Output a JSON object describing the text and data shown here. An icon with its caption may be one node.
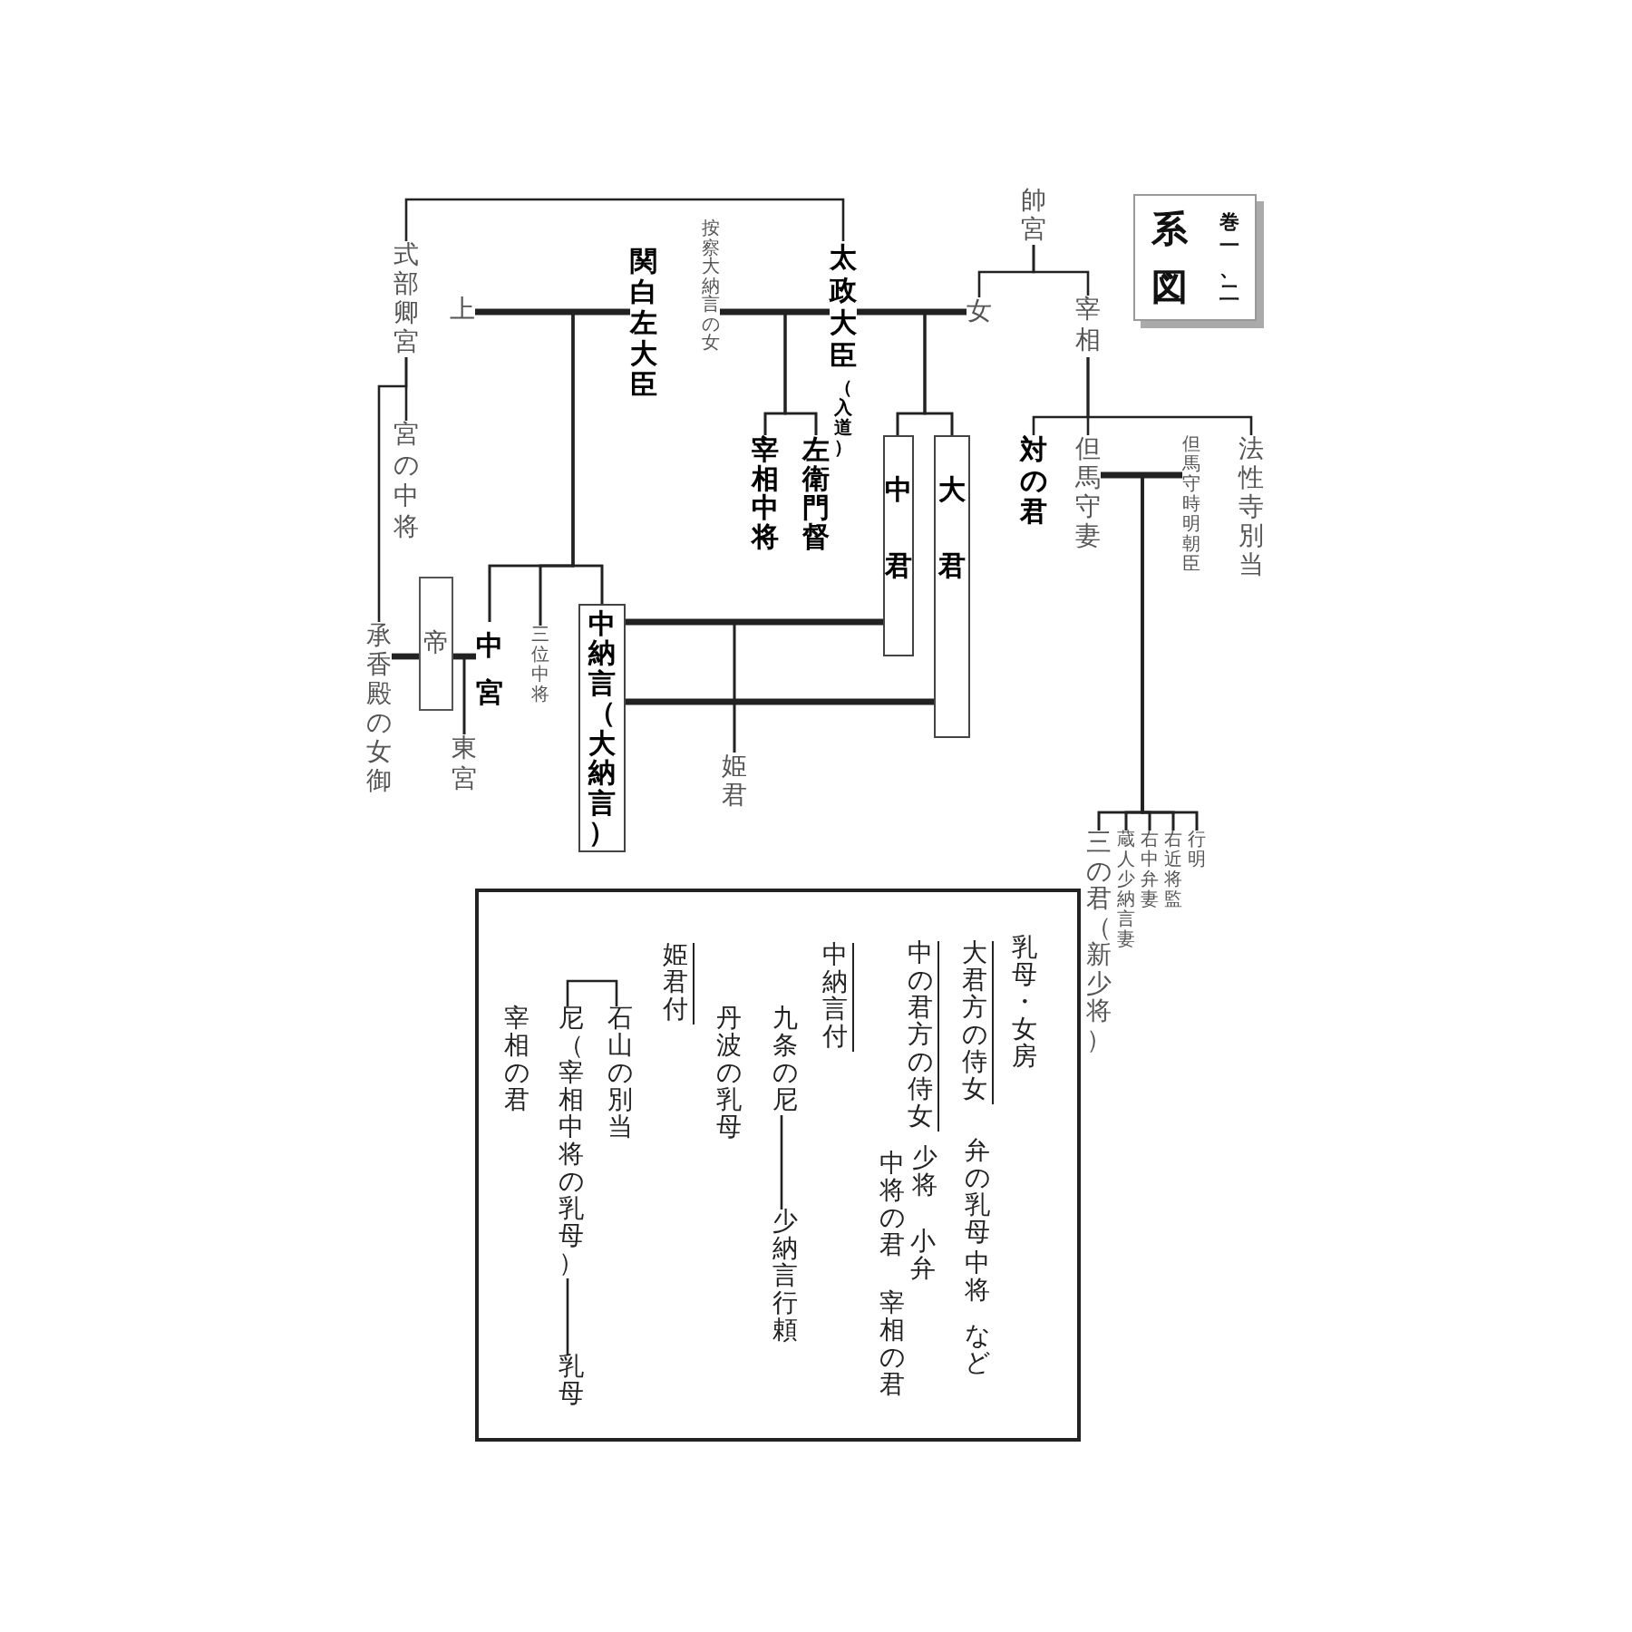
{
  "diagram": {
    "nodes": [
      {
        "text": [
          "系図",
          "巻一、二"
        ]
      },
      {
        "text": [
          "帥宮"
        ]
      },
      {
        "text": [
          "女"
        ]
      },
      {
        "text": [
          "宰相"
        ]
      },
      {
        "text": [
          "太政大臣",
          "（入道）"
        ]
      },
      {
        "text": [
          "按察大納言の女"
        ]
      },
      {
        "text": [
          "関白左大臣"
        ]
      },
      {
        "text": [
          "上"
        ]
      },
      {
        "text": [
          "式部卿宮"
        ]
      },
      {
        "text": [
          "宮の中将"
        ]
      },
      {
        "text": [
          "承香殿の女御"
        ]
      },
      {
        "text": [
          "帝"
        ]
      },
      {
        "text": [
          "中宮"
        ]
      },
      {
        "text": [
          "東宮"
        ]
      },
      {
        "text": [
          "三位中将"
        ]
      },
      {
        "text": [
          "中納言（大納言）"
        ]
      },
      {
        "text": [
          "姫君"
        ]
      },
      {
        "text": [
          "中君"
        ]
      },
      {
        "text": [
          "大君"
        ]
      },
      {
        "text": [
          "左衛門督"
        ]
      },
      {
        "text": [
          "宰相中将"
        ]
      },
      {
        "text": [
          "対の君"
        ]
      },
      {
        "text": [
          "但馬守妻"
        ]
      },
      {
        "text": [
          "但馬守時明朝臣"
        ]
      },
      {
        "text": [
          "法性寺別当"
        ]
      },
      {
        "text": [
          "行明"
        ]
      },
      {
        "text": [
          "右近将監"
        ]
      },
      {
        "text": [
          "右中弁妻"
        ]
      },
      {
        "text": [
          "蔵人少納言妻"
        ]
      },
      {
        "text": [
          "三の君（新少将）"
        ]
      },
      {
        "text": [
          "乳母・女房"
        ]
      },
      {
        "text": [
          "大君方の侍女"
        ],
        "in": 30
      },
      {
        "text": [
          "弁の乳母"
        ],
        "in": 30
      },
      {
        "text": [
          "中将"
        ],
        "in": 30
      },
      {
        "text": [
          "など"
        ],
        "in": 30
      },
      {
        "text": [
          "中の君方の侍女"
        ],
        "in": 30
      },
      {
        "text": [
          "少将"
        ],
        "in": 30
      },
      {
        "text": [
          "小弁"
        ],
        "in": 30
      },
      {
        "text": [
          "中将の君"
        ],
        "in": 30
      },
      {
        "text": [
          "宰相の君"
        ],
        "in": 30
      },
      {
        "text": [
          "中納言付"
        ],
        "in": 30
      },
      {
        "text": [
          "九条の尼"
        ],
        "in": 30
      },
      {
        "text": [
          "少納言行頼"
        ],
        "in": 30
      },
      {
        "text": [
          "丹波の乳母"
        ],
        "in": 30
      },
      {
        "text": [
          "姫君付"
        ],
        "in": 30
      },
      {
        "text": [
          "石山の別当"
        ],
        "in": 30
      },
      {
        "text": [
          "尼（宰相中将の乳母）"
        ],
        "in": 30
      },
      {
        "text": [
          "乳母"
        ],
        "in": 30
      },
      {
        "text": [
          "宰相の君"
        ],
        "in": 30
      }
    ],
    "edges": [
      {
        "from": 1,
        "to": 2,
        "arrow": "none"
      },
      {
        "from": 1,
        "to": 3,
        "arrow": "none"
      },
      {
        "from": 8,
        "to": 4,
        "arrow": "none"
      },
      {
        "from": 4,
        "to": 2,
        "arrow": "none",
        "style": "thick"
      },
      {
        "from": 4,
        "to": 17,
        "arrow": "none"
      },
      {
        "from": 4,
        "to": 18,
        "arrow": "none"
      },
      {
        "from": 2,
        "to": 17,
        "arrow": "none"
      },
      {
        "from": 2,
        "to": 18,
        "arrow": "none"
      },
      {
        "from": 4,
        "to": 5,
        "arrow": "none",
        "style": "thick"
      },
      {
        "from": 4,
        "to": 19,
        "arrow": "none"
      },
      {
        "from": 4,
        "to": 20,
        "arrow": "none"
      },
      {
        "from": 5,
        "to": 19,
        "arrow": "none"
      },
      {
        "from": 5,
        "to": 20,
        "arrow": "none"
      },
      {
        "from": 6,
        "to": 7,
        "arrow": "none",
        "style": "thick"
      },
      {
        "from": 6,
        "to": 12,
        "arrow": "none"
      },
      {
        "from": 6,
        "to": 14,
        "arrow": "none"
      },
      {
        "from": 6,
        "to": 15,
        "arrow": "none"
      },
      {
        "from": 7,
        "to": 12,
        "arrow": "none"
      },
      {
        "from": 7,
        "to": 14,
        "arrow": "none"
      },
      {
        "from": 7,
        "to": 15,
        "arrow": "none"
      },
      {
        "from": 8,
        "to": 9,
        "arrow": "none"
      },
      {
        "from": 8,
        "to": 10,
        "arrow": "none"
      },
      {
        "from": 10,
        "to": 11,
        "arrow": "none",
        "style": "thick"
      },
      {
        "from": 11,
        "to": 12,
        "arrow": "none",
        "style": "thick"
      },
      {
        "from": 11,
        "to": 13,
        "arrow": "none"
      },
      {
        "from": 12,
        "to": 13,
        "arrow": "none"
      },
      {
        "from": 15,
        "to": 17,
        "arrow": "none",
        "style": "thick"
      },
      {
        "from": 15,
        "to": 18,
        "arrow": "none",
        "style": "thick"
      },
      {
        "from": 15,
        "to": 16,
        "arrow": "none"
      },
      {
        "from": 17,
        "to": 16,
        "arrow": "none"
      },
      {
        "from": 3,
        "to": 21,
        "arrow": "none"
      },
      {
        "from": 3,
        "to": 22,
        "arrow": "none"
      },
      {
        "from": 3,
        "to": 24,
        "arrow": "none"
      },
      {
        "from": 22,
        "to": 23,
        "arrow": "none",
        "style": "thick"
      },
      {
        "from": 22,
        "to": 25,
        "arrow": "none"
      },
      {
        "from": 22,
        "to": 26,
        "arrow": "none"
      },
      {
        "from": 22,
        "to": 27,
        "arrow": "none"
      },
      {
        "from": 22,
        "to": 28,
        "arrow": "none"
      },
      {
        "from": 22,
        "to": 29,
        "arrow": "none"
      },
      {
        "from": 23,
        "to": 25,
        "arrow": "none"
      },
      {
        "from": 23,
        "to": 26,
        "arrow": "none"
      },
      {
        "from": 23,
        "to": 27,
        "arrow": "none"
      },
      {
        "from": 23,
        "to": 28,
        "arrow": "none"
      },
      {
        "from": 23,
        "to": 29,
        "arrow": "none"
      },
      {
        "from": 41,
        "to": 42,
        "arrow": "none"
      },
      {
        "from": 45,
        "to": 46,
        "arrow": "none"
      },
      {
        "from": 46,
        "to": 47,
        "arrow": "none"
      }
    ]
  }
}
